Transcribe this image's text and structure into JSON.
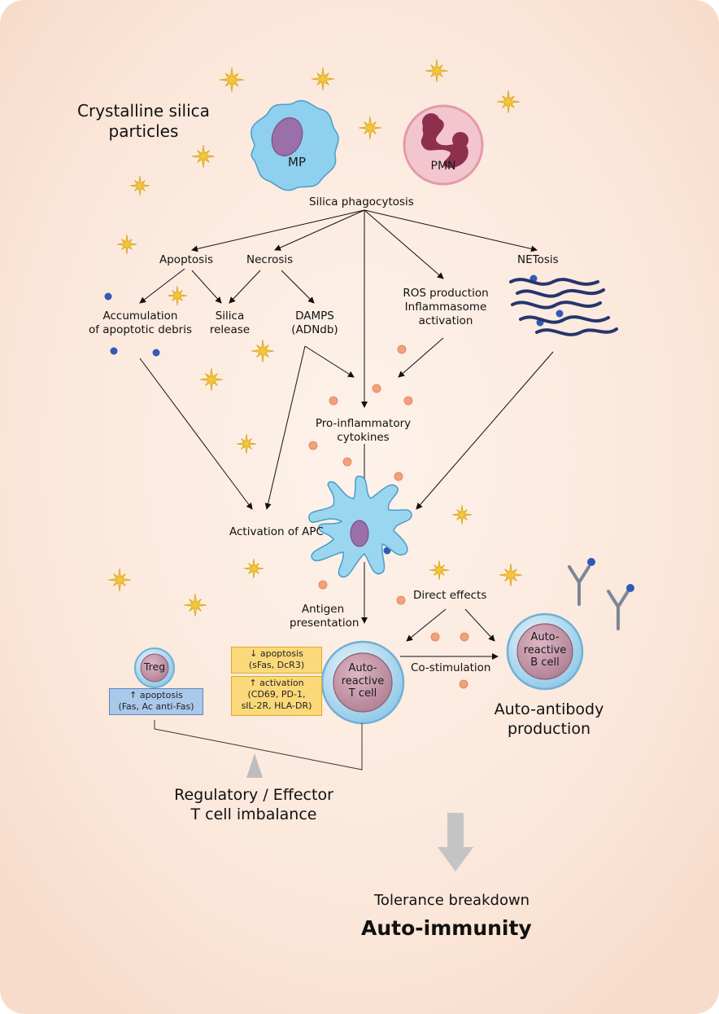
{
  "title_silica": "Crystalline silica\nparticles",
  "cells": {
    "mp": "MP",
    "pmn": "PMN",
    "treg": "Treg",
    "t_cell": "Auto-\nreactive\nT cell",
    "b_cell": "Auto-\nreactive\nB cell"
  },
  "labels": {
    "phagocytosis": "Silica phagocytosis",
    "apoptosis": "Apoptosis",
    "necrosis": "Necrosis",
    "netosis": "NETosis",
    "accumulation": "Accumulation\nof apoptotic debris",
    "silica_release": "Silica\nrelease",
    "damps": "DAMPS\n(ADNdb)",
    "ros": "ROS production\nInflammasome\nactivation",
    "cytokines": "Pro-inflammatory\ncytokines",
    "apc": "Activation of APC",
    "antigen": "Antigen\npresentation",
    "direct": "Direct effects",
    "costim": "Co-stimulation",
    "autoantibody": "Auto-antibody\nproduction",
    "imbalance": "Regulatory / Effector\nT cell imbalance",
    "tolerance": "Tolerance breakdown",
    "autoimmunity": "Auto-immunity"
  },
  "boxes": {
    "t_apoptosis": "↓ apoptosis\n(sFas, DcR3)",
    "t_activation": "↑ activation\n(CD69, PD-1,\nsIL-2R, HLA-DR)",
    "treg_apoptosis": "↑ apoptosis\n(Fas, Ac anti-Fas)"
  },
  "colors": {
    "background_center": "#fdf0e6",
    "background_edge": "#f6d9c3",
    "silica_star": "#f3c63b",
    "mp_cell": "#8fd0ee",
    "nucleus": "#9b6fa8",
    "pmn_cell": "#f3c6cf",
    "pmn_nucleus": "#8e2f4e",
    "cytokine_dot": "#f2a17c",
    "debris_dot": "#2f5bb7",
    "net_strand": "#26356b",
    "lymphocyte_outer": "#cde8f5",
    "lymphocyte_nucleus": "#c99aa8",
    "yellow_box": "#fbd97a",
    "blue_box": "#a9c8ea",
    "grey_arrow": "#bdbdbd"
  }
}
